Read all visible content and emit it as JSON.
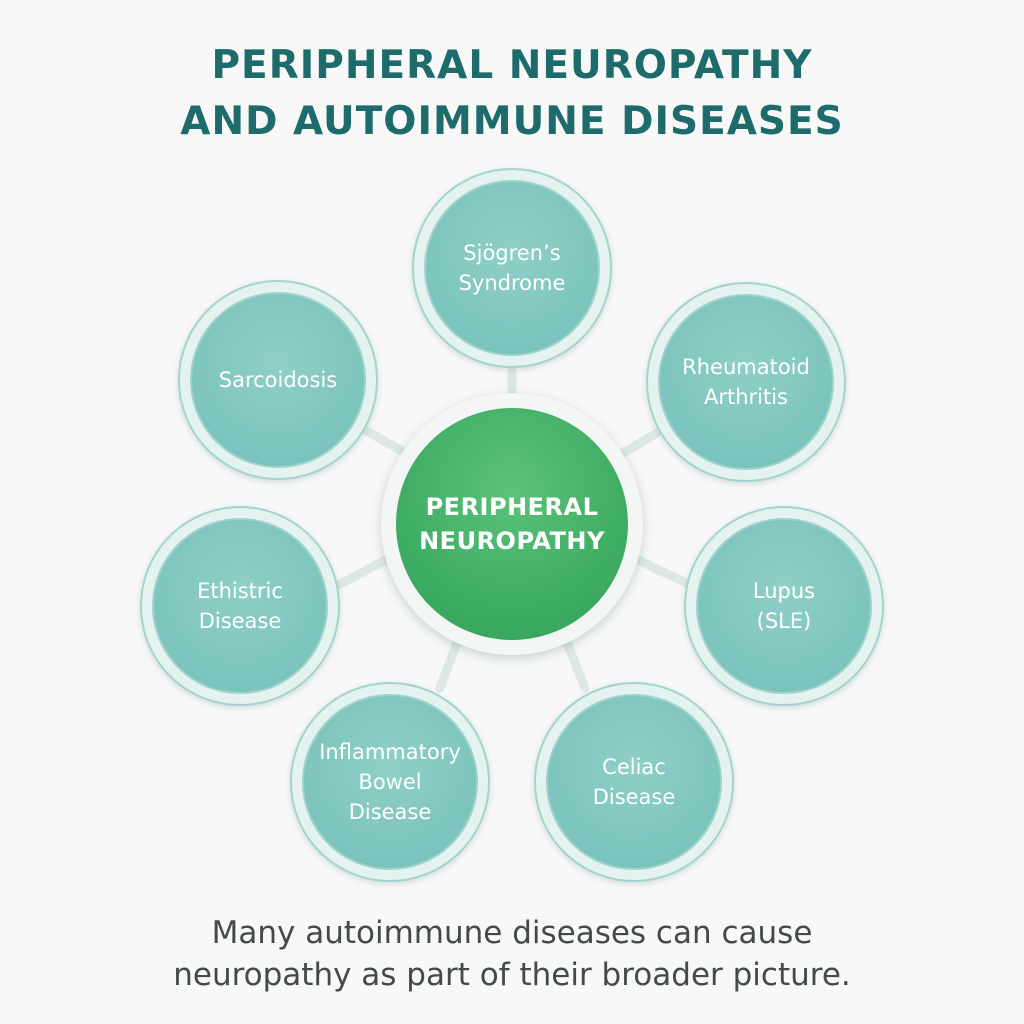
{
  "title": {
    "line1": "PERIPHERAL NEUROPATHY",
    "line2": "AND AUTOIMMUNE DISEASES"
  },
  "center": {
    "line1": "PERIPHERAL",
    "line2": "NEUROPATHY"
  },
  "nodes": {
    "sjogrens": {
      "line1": "Sjögren’s",
      "line2": "Syndrome"
    },
    "rheumatoid": {
      "line1": "Rheumatoid",
      "line2": "Arthritis"
    },
    "lupus": {
      "line1": "Lupus",
      "line2": "(SLE)"
    },
    "celiac": {
      "line1": "Celiac",
      "line2": "Disease"
    },
    "ibd": {
      "line1": "Inflammatory",
      "line2": "Bowel",
      "line3": "Disease"
    },
    "ethistric": {
      "line1": "Ethistric",
      "line2": "Disease"
    },
    "sarcoidosis": {
      "line1": "Sarcoidosis"
    }
  },
  "caption": {
    "line1": "Many autoimmune diseases can cause",
    "line2": "neuropathy as part of their broader picture."
  },
  "colors": {
    "title": "#1d6b6b",
    "center_fill": "#3fad63",
    "node_fill": "#7cc4bd",
    "node_ring": "#a6d3ce",
    "connector": "#dde7e5",
    "caption": "#444a4a"
  }
}
